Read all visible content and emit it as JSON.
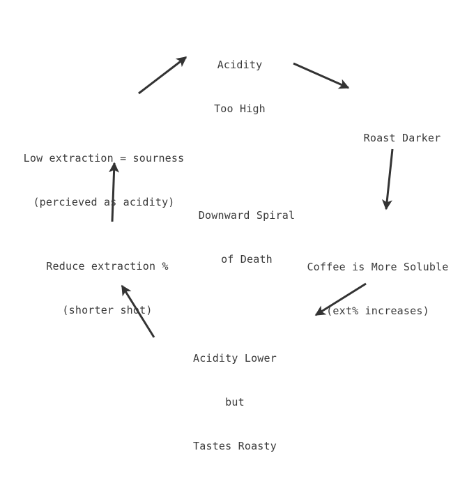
{
  "diagram": {
    "center": {
      "lines": [
        "Downward Spiral",
        "of Death"
      ]
    },
    "nodes": [
      {
        "id": "acidity-too-high",
        "lines": [
          "Acidity",
          "Too High"
        ]
      },
      {
        "id": "roast-darker",
        "lines": [
          "Roast Darker"
        ]
      },
      {
        "id": "coffee-more-soluble",
        "lines": [
          "Coffee is More Soluble",
          "(ext% increases)"
        ]
      },
      {
        "id": "acidity-lower",
        "lines": [
          "Acidity Lower",
          "but",
          "Tastes Roasty"
        ]
      },
      {
        "id": "reduce-extraction",
        "lines": [
          "Reduce extraction %",
          "(shorter shot)"
        ]
      },
      {
        "id": "low-extraction",
        "lines": [
          "Low extraction = sourness",
          "(percieved as acidity)"
        ]
      }
    ],
    "arrow_color": "#333333",
    "text_color": "#3a3a3a"
  }
}
